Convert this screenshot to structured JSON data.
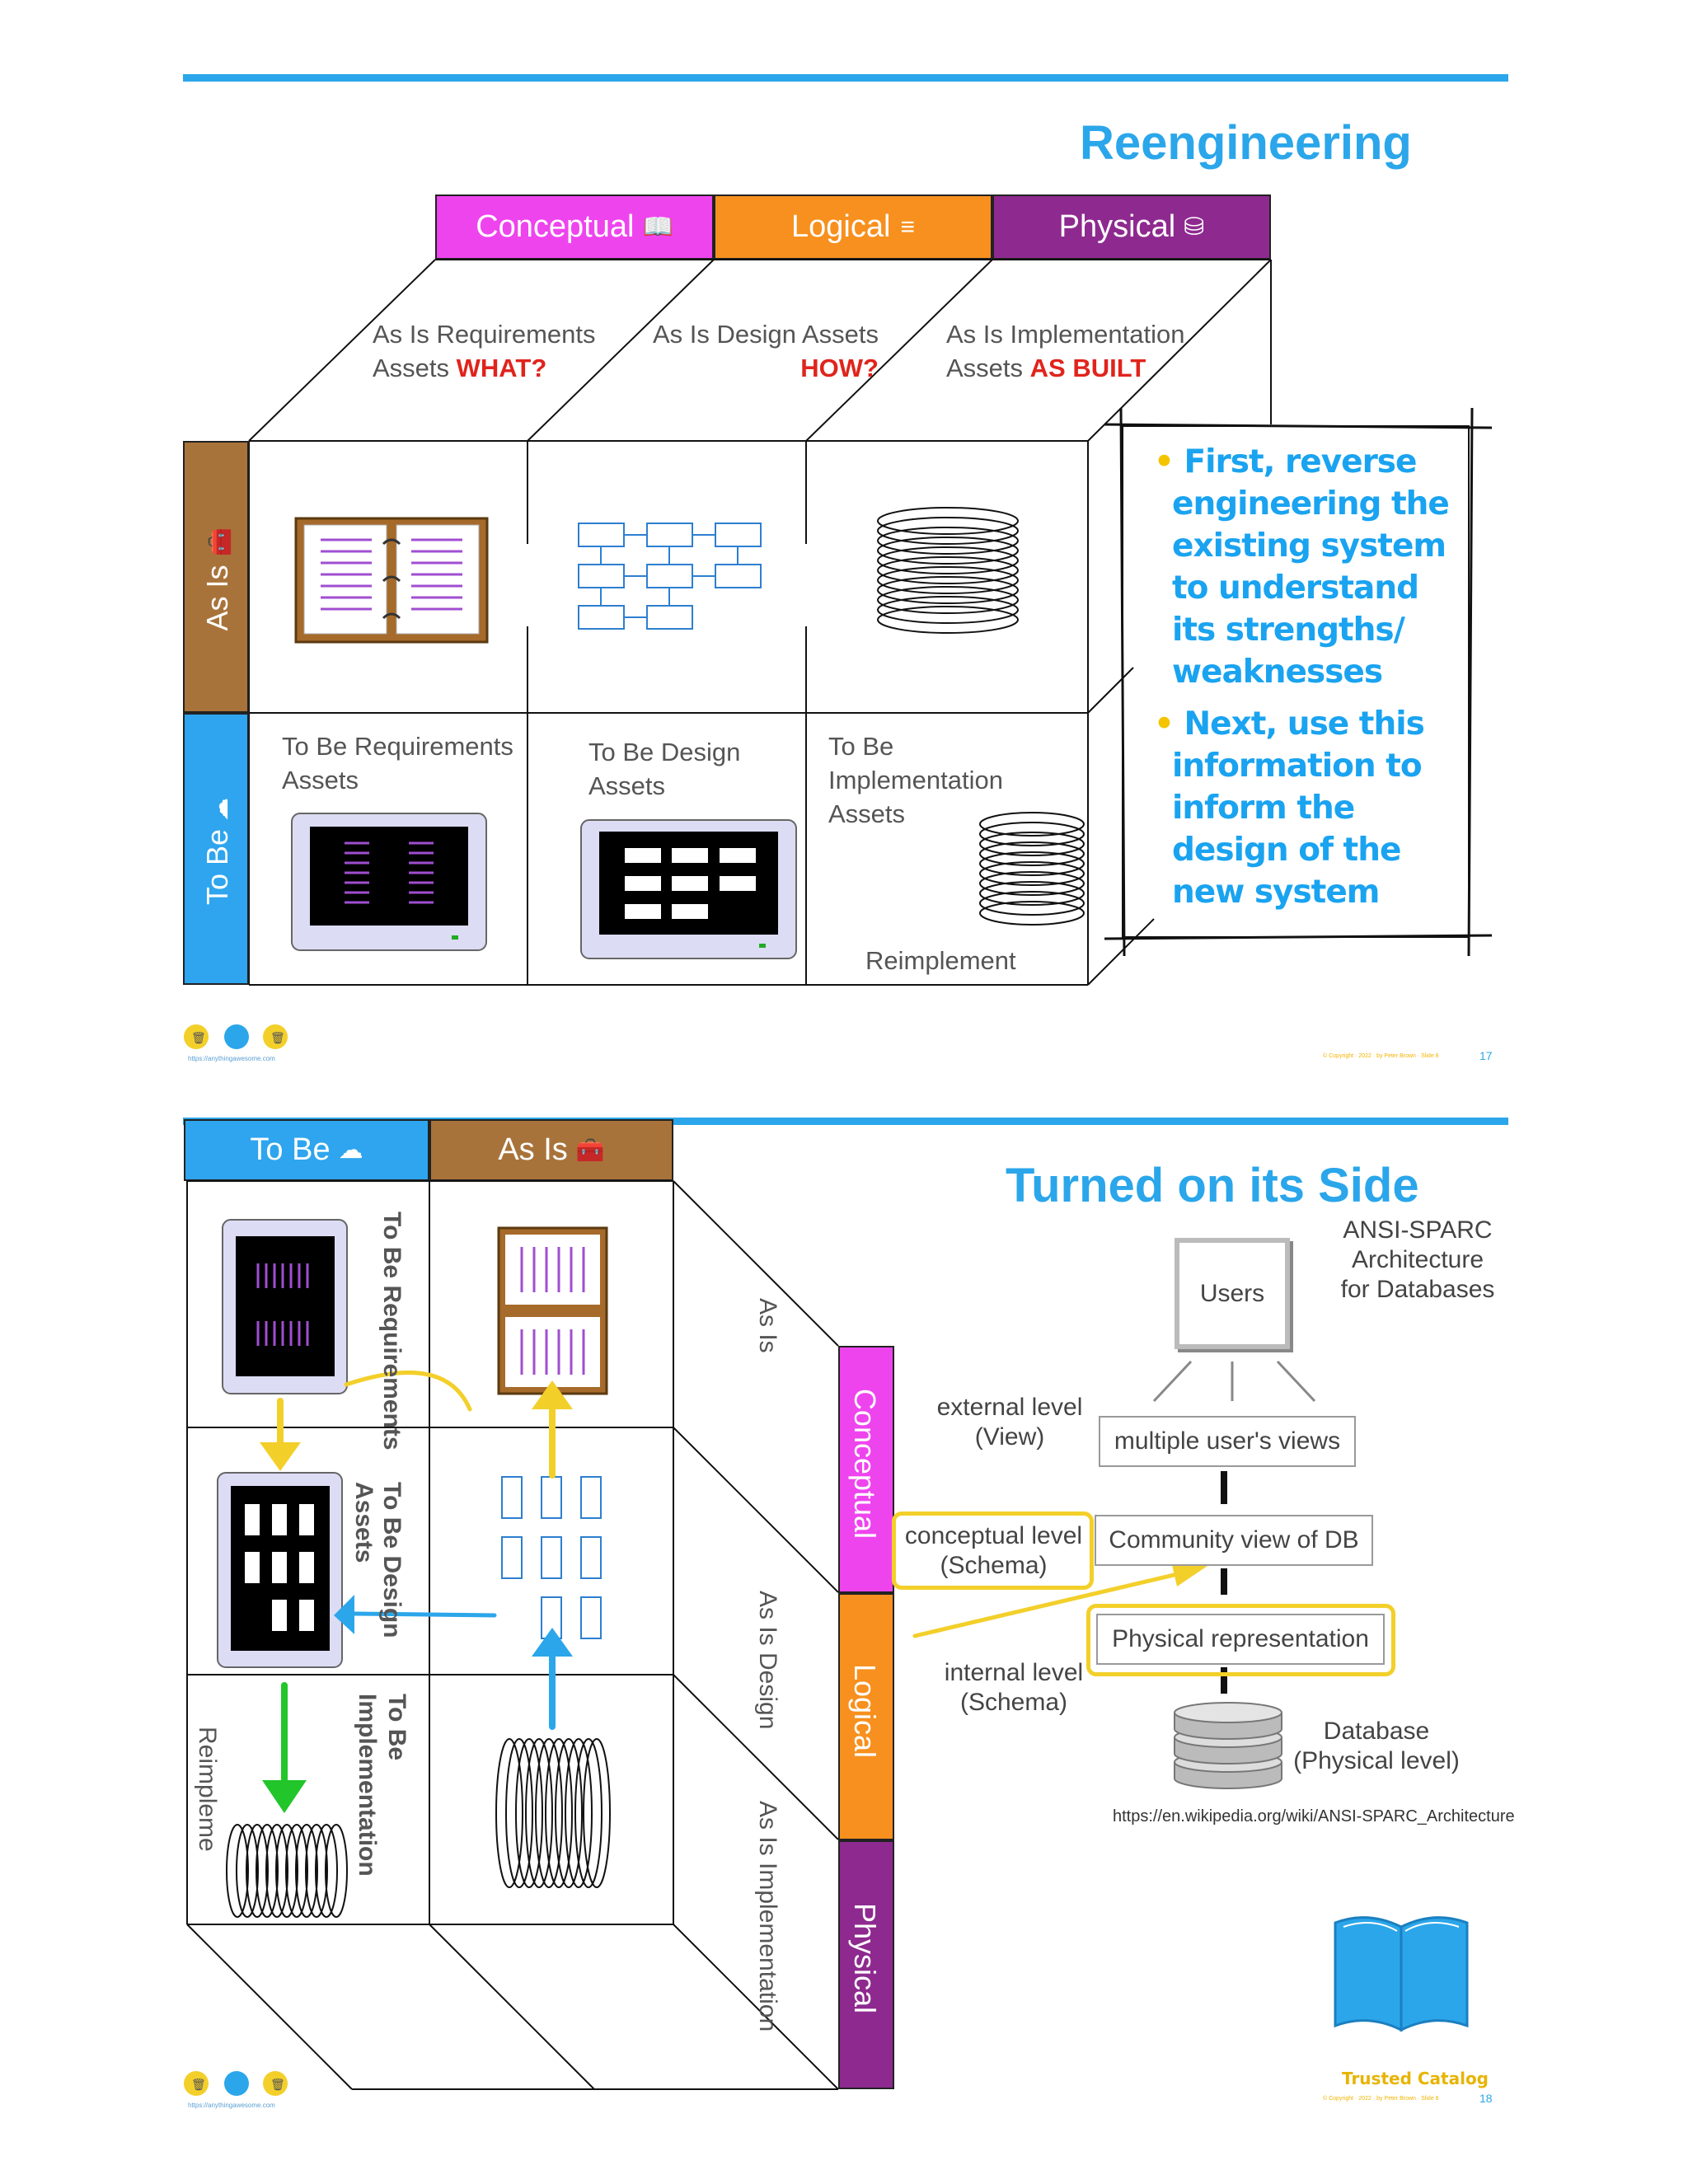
{
  "slide1": {
    "title": "Reengineering",
    "columns": [
      {
        "label": "Conceptual",
        "icon": "book-icon",
        "color": "#ee44ee"
      },
      {
        "label": "Logical",
        "icon": "list-icon",
        "color": "#f7901e"
      },
      {
        "label": "Physical",
        "icon": "database-icon",
        "color": "#8e2a8f"
      }
    ],
    "rows": [
      {
        "label": "As Is",
        "icon": "toolbox-icon",
        "color": "#a8733a"
      },
      {
        "label": "To Be",
        "icon": "cloud-icon",
        "color": "#2ea5ee"
      }
    ],
    "top_labels": [
      {
        "line1": "As Is Requirements",
        "line2a": "Assets ",
        "line2b": "WHAT?"
      },
      {
        "line1": "As Is Design Assets",
        "line2a": "",
        "line2b": "HOW?"
      },
      {
        "line1": "As Is Implementation",
        "line2a": "Assets ",
        "line2b": "AS BUILT"
      }
    ],
    "tobe_labels": [
      {
        "line1": "To Be Requirements",
        "line2": "Assets"
      },
      {
        "line1": "To Be Design",
        "line2": "Assets"
      },
      {
        "line1": "To Be",
        "line2": "Implementation",
        "line3": "Assets"
      }
    ],
    "reimplement": "Reimplement",
    "notes": [
      {
        "text": "First, reverse engineering the existing system to understand its strengths/ weaknesses"
      },
      {
        "text": "Next, use this information to inform the design of the new system"
      }
    ],
    "footer_url": "https://anythingawesome.com",
    "footer_copy": "© Copyright · 2022 · by Peter Brown · Slide 8",
    "page_number": "17"
  },
  "slide2": {
    "title": "Turned on its Side",
    "columns": [
      {
        "label": "To Be",
        "icon": "cloud-icon",
        "color": "#2ea5ee"
      },
      {
        "label": "As Is",
        "icon": "toolbox-icon",
        "color": "#a8733a"
      }
    ],
    "side_tabs": [
      {
        "label": "Conceptual",
        "color": "#ee44ee"
      },
      {
        "label": "Logical",
        "color": "#f7901e"
      },
      {
        "label": "Physical",
        "color": "#8e2a8f"
      }
    ],
    "vertical_labels": {
      "tobe_req": "To Be Requirements",
      "tobe_design_1": "To Be Design",
      "tobe_design_2": "Assets",
      "tobe_impl_1": "To Be",
      "tobe_impl_2": "Implementation",
      "reimpl": "Reimpleme",
      "asis": "As Is",
      "asis_design": "As Is Design",
      "asis_impl": "As Is Implementation"
    },
    "ansi": {
      "heading_1": "ANSI-SPARC",
      "heading_2": "Architecture",
      "heading_3": "for Databases",
      "users": "Users",
      "external_1": "external level",
      "external_2": "(View)",
      "views": "multiple user's views",
      "conceptual_1": "conceptual level",
      "conceptual_2": "(Schema)",
      "community": "Community view of DB",
      "physical": "Physical representation",
      "internal_1": "internal level",
      "internal_2": "(Schema)",
      "database_1": "Database",
      "database_2": "(Physical level)",
      "source_url": "https://en.wikipedia.org/wiki/ANSI-SPARC_Architecture"
    },
    "catalog_label": "Trusted Catalog",
    "footer_url": "https://anythingawesome.com",
    "footer_copy": "© Copyright · 2022 · by Peter Brown · Slide 8",
    "page_number": "18"
  }
}
